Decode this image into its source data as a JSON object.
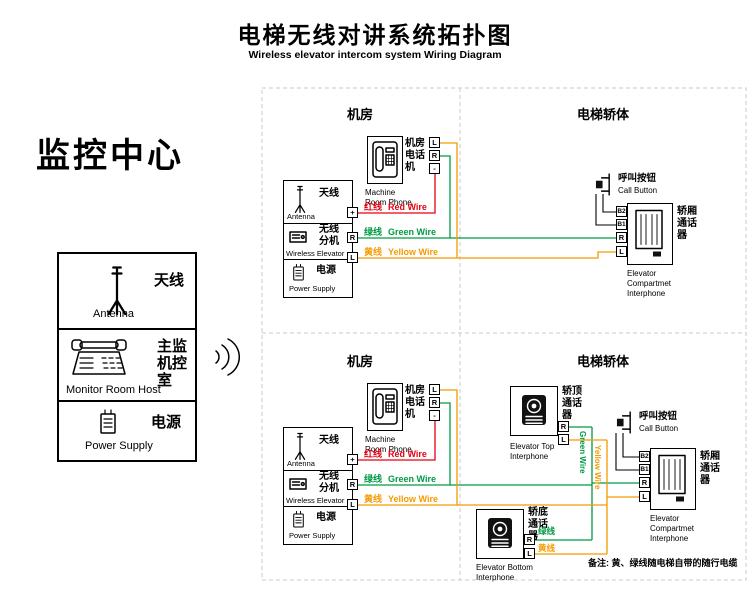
{
  "header": {
    "title_zh": "电梯无线对讲系统拓扑图",
    "title_en": "Wireless elevator intercom system Wiring Diagram"
  },
  "monitor_center": {
    "heading": "监控中心",
    "antenna_zh": "天线",
    "antenna_en": "Antenna",
    "host_zh_lines": [
      "主监",
      "机控",
      "室"
    ],
    "host_en": "Monitor Room Host",
    "power_zh": "电源",
    "power_en": "Power Supply"
  },
  "areas": {
    "machine_room": "机房",
    "elevator_body": "电梯轿体"
  },
  "machine_room_phone": {
    "zh_lines": [
      "机房",
      "电话",
      "机"
    ],
    "en_lines": [
      "Machine",
      "Room Phone"
    ],
    "terminals": [
      "L",
      "R",
      "-"
    ]
  },
  "wireless_unit": {
    "antenna_zh": "天线",
    "antenna_en": "Antenna",
    "ext_zh_lines": [
      "无线",
      "分机"
    ],
    "ext_en": "Wireless Elevator",
    "power_zh": "电源",
    "power_en": "Power Supply",
    "terminals": [
      "+",
      "R",
      "L"
    ]
  },
  "wires": {
    "red_zh": "红线",
    "red_en": "Red Wire",
    "green_zh": "绿线",
    "green_en": "Green Wire",
    "yellow_zh": "黄线",
    "yellow_en": "Yellow Wire",
    "vertical_green": "Green Wire",
    "vertical_yellow": "Yellow Wire",
    "tag_green": "绿线",
    "tag_yellow": "黄线"
  },
  "call_button": {
    "zh": "呼叫按钮",
    "en": "Call Button"
  },
  "compartment_interphone": {
    "terminals": [
      "B2",
      "B1",
      "R",
      "L"
    ],
    "zh_lines": [
      "轿厢",
      "通话",
      "器"
    ],
    "en_lines": [
      "Elevator",
      "Compartmet",
      "Interphone"
    ]
  },
  "top_interphone": {
    "zh_lines": [
      "轿顶",
      "通话",
      "器"
    ],
    "en_lines": [
      "Elevator Top",
      "Interphone"
    ],
    "terminals": [
      "R",
      "L"
    ]
  },
  "bottom_interphone": {
    "zh_lines": [
      "轿底",
      "通话",
      "器"
    ],
    "en_lines": [
      "Elevator Bottom",
      "Interphone"
    ],
    "terminals": [
      "R",
      "L"
    ]
  },
  "note": "备注: 黄、绿线随电梯自带的随行电缆",
  "colors": {
    "red_wire": "#e60012",
    "green_wire": "#009a44",
    "yellow_wire": "#f59a00",
    "dashed_border": "#c8c8c8"
  }
}
